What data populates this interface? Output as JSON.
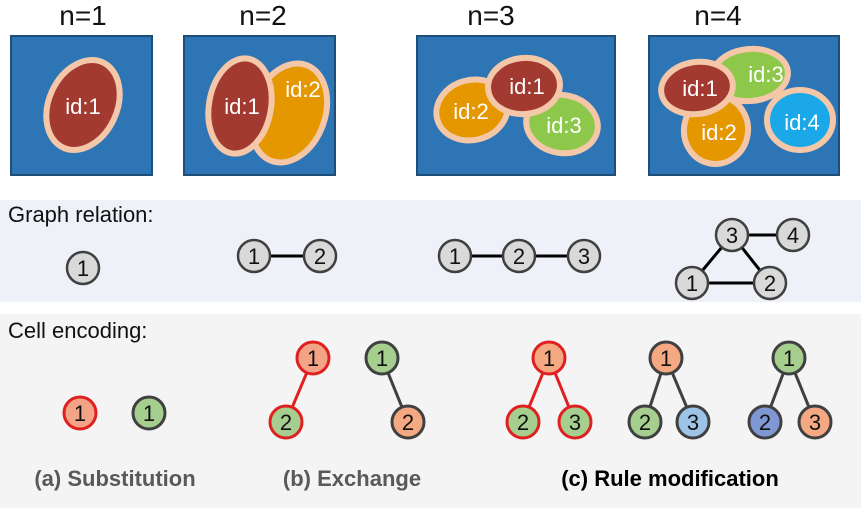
{
  "titles": [
    "n=1",
    "n=2",
    "n=3",
    "n=4"
  ],
  "cell_ids": [
    "id:1",
    "id:2",
    "id:3",
    "id:4"
  ],
  "labels": {
    "graph_relation": "Graph relation:",
    "cell_encoding": "Cell encoding:"
  },
  "graph_node_labels": [
    "1",
    "2",
    "3",
    "4"
  ],
  "captions": {
    "substitution": "(a) Substitution",
    "exchange": "(b) Exchange",
    "rule_modification": "(c) Rule modification"
  },
  "colors": {
    "panel_bg": "#2e75b6",
    "cell_border": "#f4c7a8",
    "cell_red": "#a33a32",
    "cell_orange": "#e59700",
    "cell_green": "#8dc84a",
    "cell_blue": "#1aa8e8",
    "node_gray": "#d9d9d9",
    "node_red_fill": "#f4a486",
    "node_green_fill": "#a6cf8f",
    "node_orange_fill": "#f4a982",
    "node_blue_fill": "#9dc3e6",
    "node_darkblue_fill": "#7f98d4",
    "highlight_red": "#e02020",
    "caption_gray": "#595959",
    "caption_black": "#000000"
  }
}
